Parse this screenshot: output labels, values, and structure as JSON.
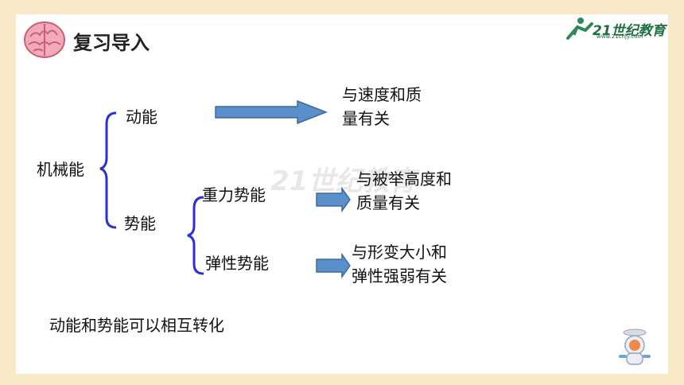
{
  "header": {
    "title": "复习导入"
  },
  "logo": {
    "text": "21世纪教育",
    "sub": "www.21cnjy.com"
  },
  "nodes": {
    "root": "机械能",
    "kinetic": "动能",
    "potential": "势能",
    "gravitational": "重力势能",
    "elastic": "弹性势能"
  },
  "notes": {
    "kinetic_line1": "与速度和质",
    "kinetic_line2": "量有关",
    "grav_line1": "与被举高度和",
    "grav_line2": "质量有关",
    "elastic_line1": "与形变大小和",
    "elastic_line2": "弹性强弱有关"
  },
  "footer": {
    "conclusion": "动能和势能可以相互转化"
  },
  "colors": {
    "brace": "#2b2fd6",
    "arrow_fill": "#5b8fc9",
    "arrow_stroke": "#3b6aa0",
    "page_bg": "#f7e9c6"
  }
}
